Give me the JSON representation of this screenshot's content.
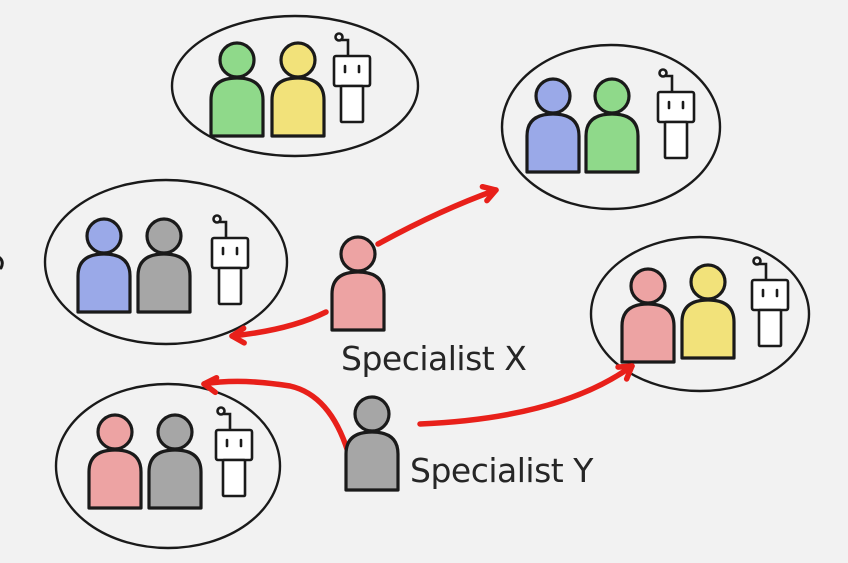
{
  "colors": {
    "background": "#f2f2f2",
    "ink": "#1a1a1a",
    "arrow": "#e8201a",
    "person_green": "#8fd98a",
    "person_yellow": "#f2e27a",
    "person_blue": "#9aa9e8",
    "person_gray": "#a6a6a6",
    "person_pink": "#eda3a3",
    "robot_fill": "#ffffff"
  },
  "teams": [
    {
      "id": "team-top-middle",
      "members": [
        "green",
        "yellow",
        "robot"
      ]
    },
    {
      "id": "team-top-right",
      "members": [
        "blue",
        "green",
        "robot"
      ]
    },
    {
      "id": "team-middle-left",
      "members": [
        "blue",
        "gray",
        "robot"
      ]
    },
    {
      "id": "team-middle-right",
      "members": [
        "pink",
        "yellow",
        "robot"
      ]
    },
    {
      "id": "team-bottom-left",
      "members": [
        "pink",
        "gray",
        "robot"
      ]
    }
  ],
  "specialists": [
    {
      "id": "specialist-x",
      "color": "pink",
      "label": "Specialist X",
      "links_to": [
        "team-top-right",
        "team-middle-left"
      ]
    },
    {
      "id": "specialist-y",
      "color": "gray",
      "label": "Specialist Y",
      "links_to": [
        "team-bottom-left",
        "team-middle-right"
      ]
    }
  ]
}
